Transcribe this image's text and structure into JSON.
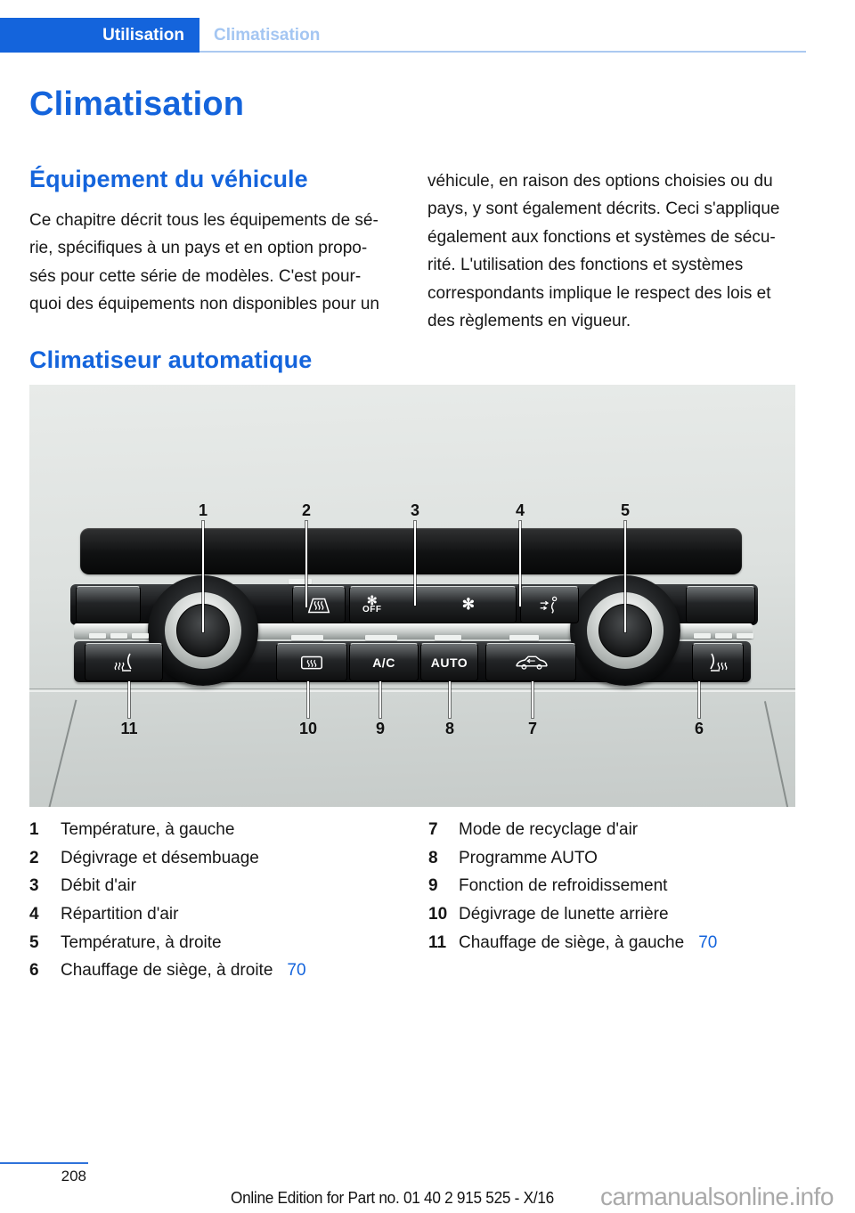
{
  "header": {
    "tab_active": "Utilisation",
    "tab_inactive": "Climatisation"
  },
  "title": "Climatisation",
  "section_equipment": {
    "heading": "Équipement du véhicule",
    "left_lines": [
      "Ce chapitre décrit tous les équipements de sé-",
      "rie, spécifiques à un pays et en option propo-",
      "sés pour cette série de modèles. C'est pour-",
      "quoi des équipements non disponibles pour un"
    ],
    "right_lines": [
      "véhicule, en raison des options choisies ou du",
      "pays, y sont également décrits. Ceci s'applique",
      "également aux fonctions et systèmes de sécu-",
      "rité. L'utilisation des fonctions et systèmes",
      "correspondants implique le respect des lois et",
      "des règlements en vigueur."
    ]
  },
  "section_climate": {
    "heading": "Climatiseur automatique"
  },
  "figure": {
    "top_callouts": [
      "1",
      "2",
      "3",
      "4",
      "5"
    ],
    "bottom_callouts": [
      "11",
      "10",
      "9",
      "8",
      "7",
      "6"
    ],
    "labels": {
      "fan_glyph": "✻",
      "off": "OFF",
      "ac": "A/C",
      "auto": "AUTO"
    },
    "icons": {
      "windshield_defrost": "trapezoid-with-heat-waves",
      "rear_window_defrost": "rectangle-with-heat-waves",
      "seat_heating": "seat-with-heat-waves",
      "air_recirculation": "car-outline",
      "air_distribution": "seated-person-with-air-arrows",
      "fan": "✻"
    }
  },
  "legend": {
    "left": [
      {
        "num": "1",
        "label": "Température, à gauche",
        "page_ref": ""
      },
      {
        "num": "2",
        "label": "Dégivrage et désembuage",
        "page_ref": ""
      },
      {
        "num": "3",
        "label": "Débit d'air",
        "page_ref": ""
      },
      {
        "num": "4",
        "label": "Répartition d'air",
        "page_ref": ""
      },
      {
        "num": "5",
        "label": "Température, à droite",
        "page_ref": ""
      },
      {
        "num": "6",
        "label": "Chauffage de siège, à droite",
        "page_ref": "70"
      }
    ],
    "right": [
      {
        "num": "7",
        "label": "Mode de recyclage d'air",
        "page_ref": ""
      },
      {
        "num": "8",
        "label": "Programme AUTO",
        "page_ref": ""
      },
      {
        "num": "9",
        "label": "Fonction de refroidissement",
        "page_ref": ""
      },
      {
        "num": "10",
        "label": "Dégivrage de lunette arrière",
        "page_ref": ""
      },
      {
        "num": "11",
        "label": "Chauffage de siège, à gauche",
        "page_ref": "70"
      }
    ]
  },
  "footer": {
    "page_number": "208",
    "edition": "Online Edition for Part no. 01 40 2 915 525 - X/16",
    "watermark": "carmanualsonline.info"
  },
  "colors": {
    "accent_blue": "#1464dc",
    "inactive_tab_blue": "#a4c6f2",
    "underline_blue": "#abc9f1",
    "watermark_gray": "#9b9b9b"
  }
}
